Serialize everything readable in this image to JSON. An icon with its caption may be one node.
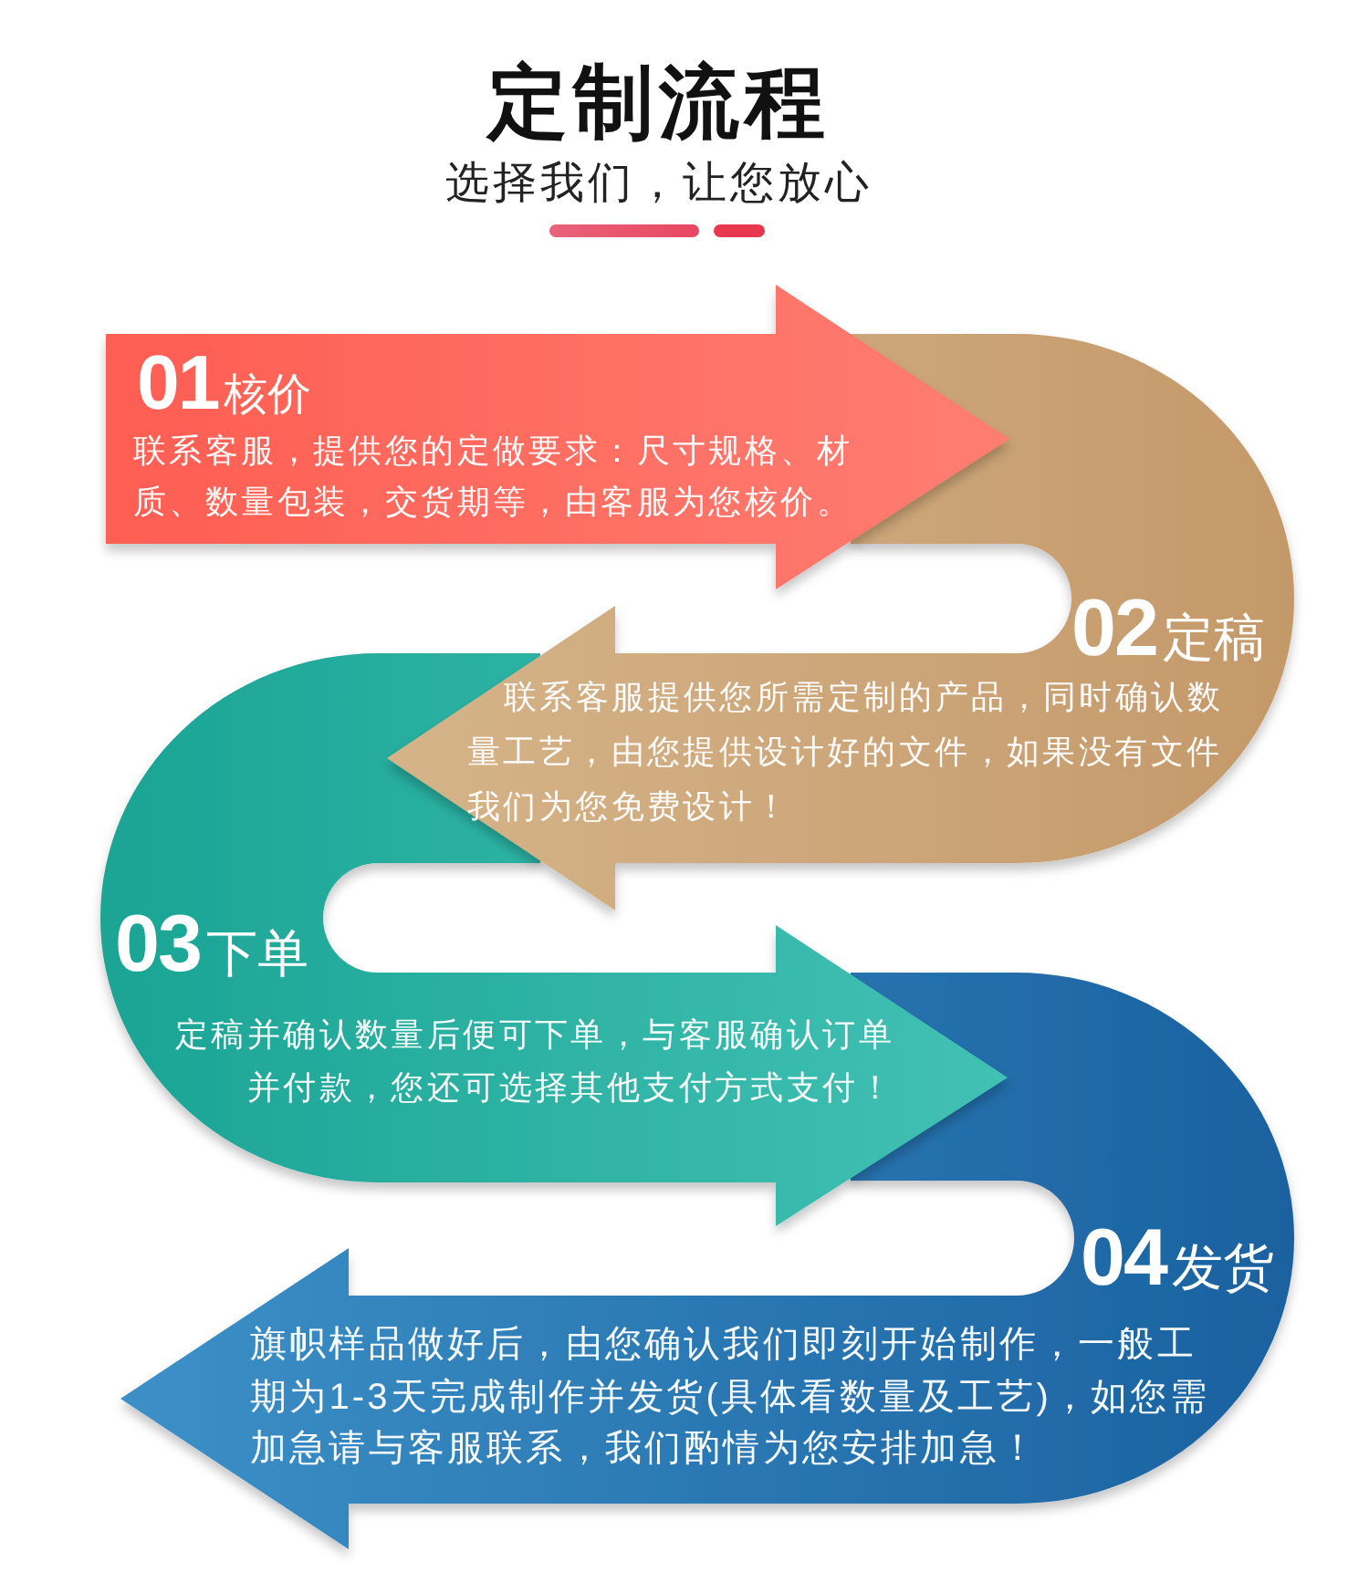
{
  "diagram": {
    "title": "定制流程",
    "nodes": [
      {
        "text": [
          "**01**核价",
          "联系客服，提供您的定做要求：尺寸规格、材质、数量包装，交货期等，由客服为您核价。"
        ]
      },
      {
        "text": [
          "**02**定稿",
          "联系客服提供您所需定制的产品，同时确认数量工艺，由您提供设计好的文件，如果没有文件我们为您免费设计！"
        ]
      },
      {
        "text": [
          "**03**下单",
          "定稿并确认数量后便可下单，与客服确认订单并付款，您还可选择其他支付方式支付！"
        ]
      },
      {
        "text": [
          "**04**发货",
          "旗帜样品做好后，由您确认我们即刻开始制作，一般工期为1-3天完成制作并发货(具体看数量及工艺)，如您需加急请与客服联系，我们酌情为您安排加急！"
        ]
      }
    ],
    "labels": [
      "选择我们，让您放心"
    ]
  }
}
